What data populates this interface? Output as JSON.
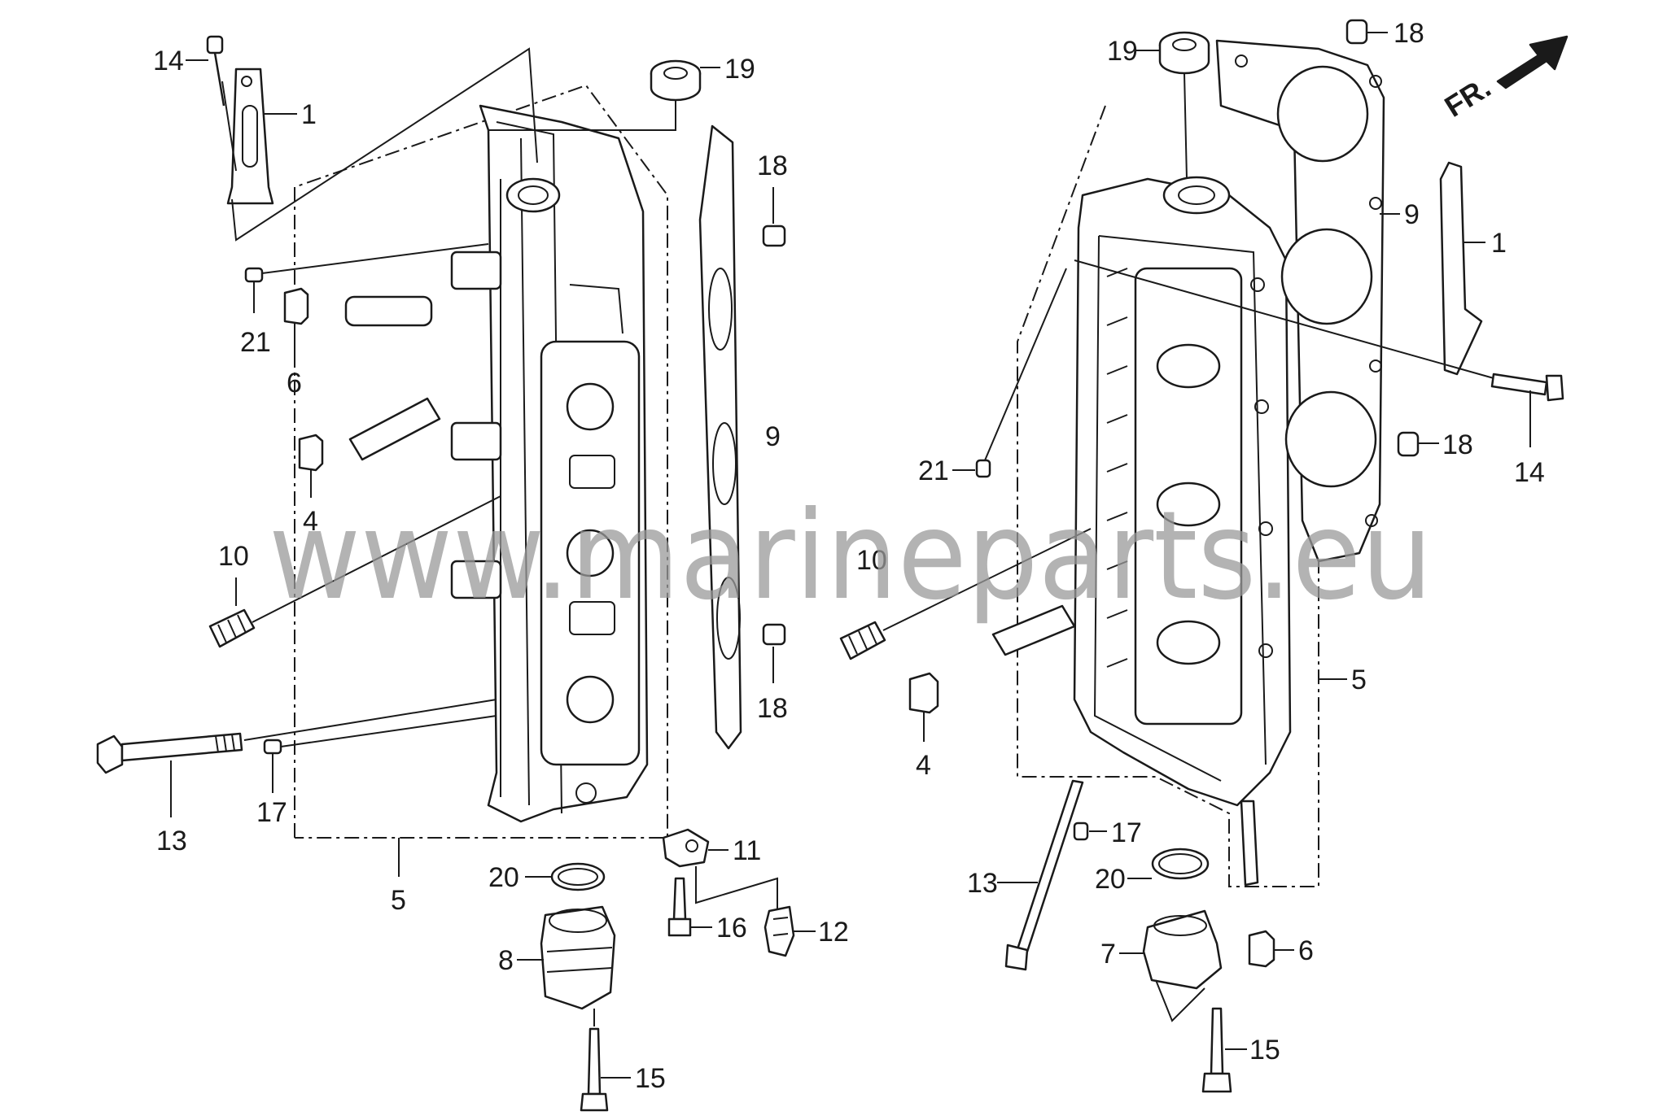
{
  "watermark": "www.marineparts.eu",
  "direction_label": "FR.",
  "callouts_left": {
    "c14": "14",
    "c1": "1",
    "c19": "19",
    "c18a": "18",
    "c21": "21",
    "c6": "6",
    "c9": "9",
    "c4": "4",
    "c10": "10",
    "c18b": "18",
    "c13": "13",
    "c17": "17",
    "c5": "5",
    "c20": "20",
    "c11": "11",
    "c8": "8",
    "c16": "16",
    "c12": "12",
    "c15": "15"
  },
  "callouts_right": {
    "c19": "19",
    "c18a": "18",
    "c9": "9",
    "c1": "1",
    "c14": "14",
    "c18b": "18",
    "c21": "21",
    "c10": "10",
    "c5": "5",
    "c4": "4",
    "c17": "17",
    "c13": "13",
    "c20": "20",
    "c7": "7",
    "c6": "6",
    "c15": "15"
  },
  "colors": {
    "line": "#1a1a1a",
    "background": "#ffffff",
    "watermark": "#9a9a9a"
  }
}
